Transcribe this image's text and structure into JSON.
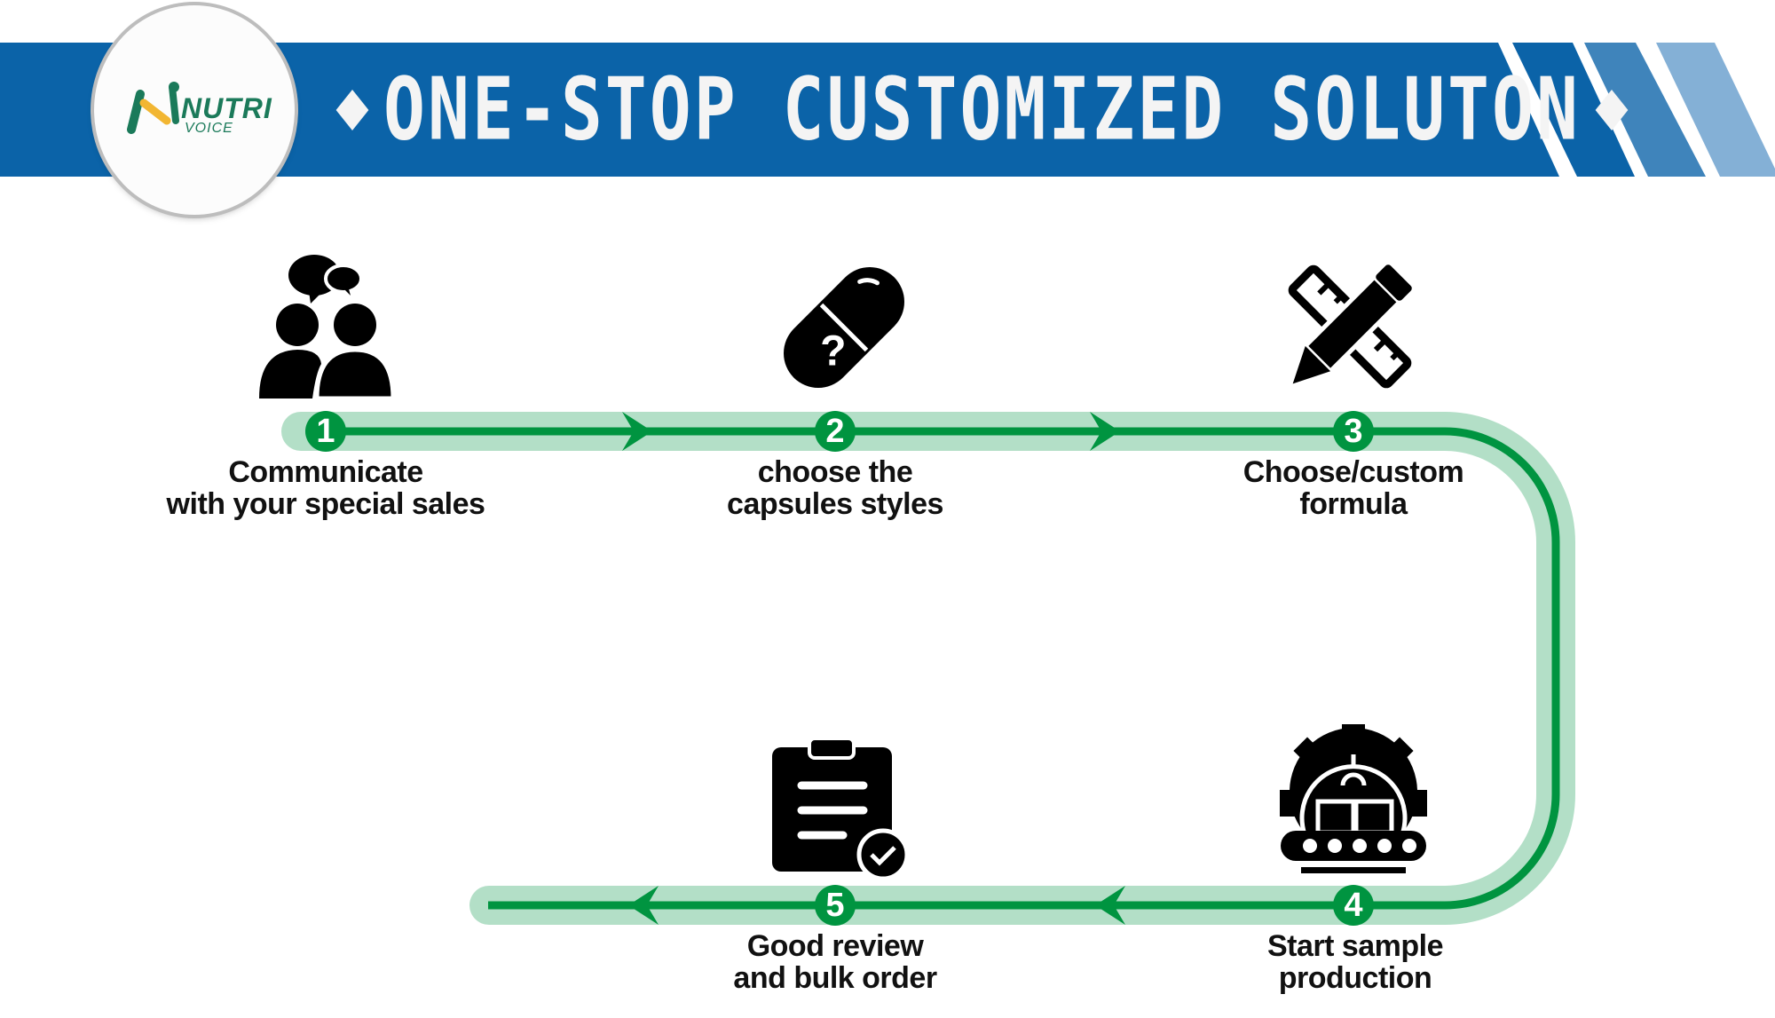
{
  "header": {
    "title": "ONE-STOP CUSTOMIZED SOLUTON",
    "brand_color": "#0b63a8",
    "stripe_colors": [
      "#0b63a8",
      "#3f84bb",
      "#84b0d6"
    ]
  },
  "logo": {
    "name": "NUTRI",
    "sub": "VOICE"
  },
  "colors": {
    "track": "#b3dfc7",
    "line": "#009440"
  },
  "steps": [
    {
      "number": "1",
      "line1": "Communicate",
      "line2": "with your special sales",
      "icon": "people-chat-icon"
    },
    {
      "number": "2",
      "line1": "choose the",
      "line2": "capsules styles",
      "icon": "capsule-question-icon"
    },
    {
      "number": "3",
      "line1": "Choose/custom",
      "line2": "formula",
      "icon": "pencil-ruler-icon"
    },
    {
      "number": "4",
      "line1": "Start sample",
      "line2": "production",
      "icon": "factory-conveyor-icon"
    },
    {
      "number": "5",
      "line1": "Good review",
      "line2": "and bulk order",
      "icon": "clipboard-check-icon"
    }
  ]
}
